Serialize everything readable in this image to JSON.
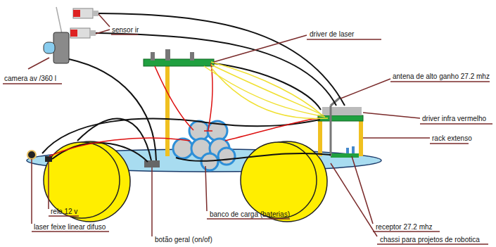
{
  "diagram": {
    "labels": [
      "sensor ir",
      "camera av /360 l",
      "driver de laser",
      "antena de alto ganho 27.2 mhz",
      "driver infra vermelho",
      "rack extenso",
      "rele 12 v",
      "laser  feixe linear difuso",
      "botão geral (on/of)",
      "banco de carga (baterias)",
      "receptor 27.2 mhz",
      "chassi para projetos de robotica"
    ]
  }
}
